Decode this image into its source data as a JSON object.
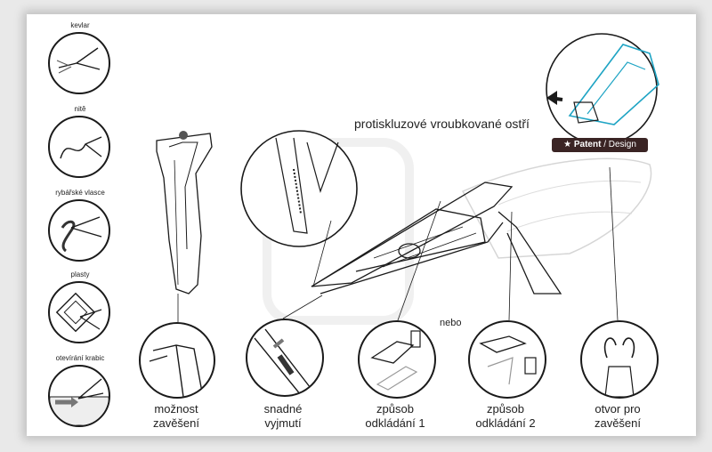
{
  "side_items": [
    {
      "label": "kevlar"
    },
    {
      "label": "nitě"
    },
    {
      "label": "rybářské vlasce"
    },
    {
      "label": "plasty"
    },
    {
      "label": "otevírání krabic"
    }
  ],
  "heading": "protiskluzové vroubkované ostří",
  "badge": {
    "patent": "Patent",
    "design": "Design"
  },
  "nebo": "nebo",
  "bottom_labels": [
    {
      "line1": "možnost",
      "line2": "zavěšení"
    },
    {
      "line1": "snadné",
      "line2": "vyjmutí"
    },
    {
      "line1": "způsob",
      "line2": "odkládání 1"
    },
    {
      "line1": "způsob",
      "line2": "odkládání 2"
    },
    {
      "line1": "otvor pro",
      "line2": "zavěšení"
    }
  ],
  "colors": {
    "accent": "#1ea4c4",
    "badge": "#3a2424",
    "outline": "#1a1a1a"
  }
}
